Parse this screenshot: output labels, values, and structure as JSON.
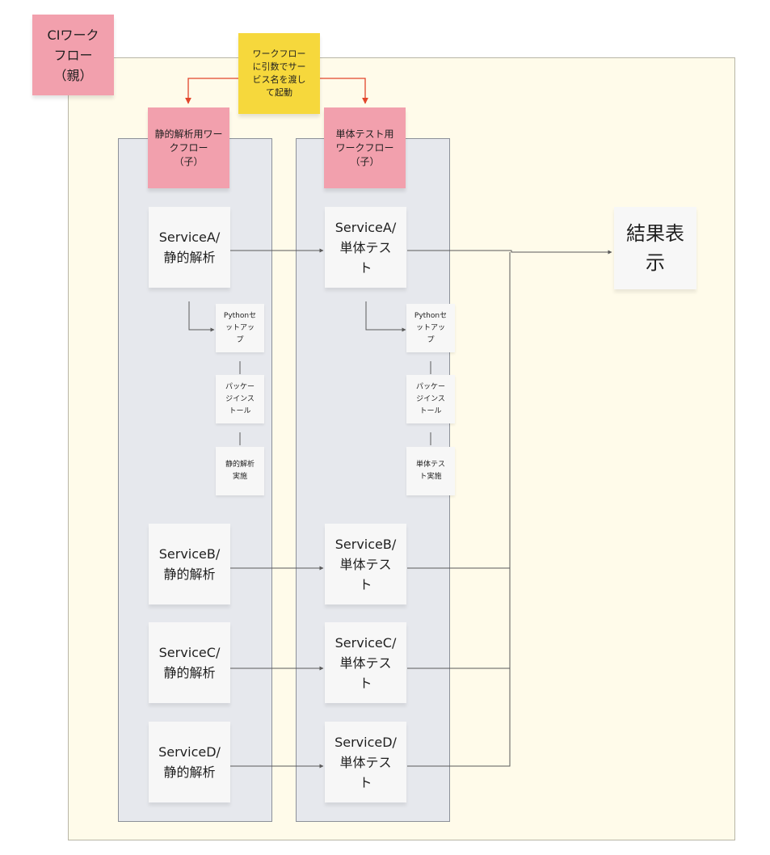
{
  "parent": {
    "label": "CIワーク\nフロー\n（親）"
  },
  "trigger_note": "ワークフロー\nに引数でサー\nビス名を渡し\nて起動",
  "static_lane": {
    "header": "静的解析用ワー\nクフロー\n（子）",
    "services": [
      "ServiceA/\n静的解析",
      "ServiceB/\n静的解析",
      "ServiceC/\n静的解析",
      "ServiceD/\n静的解析"
    ],
    "steps": [
      "Pythonセ\nットアッ\nプ",
      "パッケー\nジインス\nトール",
      "静的解析\n実施"
    ]
  },
  "test_lane": {
    "header": "単体テスト用\nワークフロー\n（子）",
    "services": [
      "ServiceA/\n単体テス\nト",
      "ServiceB/\n単体テス\nト",
      "ServiceC/\n単体テス\nト",
      "ServiceD/\n単体テス\nト"
    ],
    "steps": [
      "Pythonセ\nットアッ\nプ",
      "パッケー\nジインス\nトール",
      "単体テス\nト実施"
    ]
  },
  "result": "結果表\n示",
  "colors": {
    "parent_sticky": "#f2a0ad",
    "trigger_sticky": "#f6d83c",
    "frame": "#fffbea",
    "lane": "#e6e8ed",
    "trigger_arrow": "#e2452b",
    "connector": "#5a5a5a"
  }
}
